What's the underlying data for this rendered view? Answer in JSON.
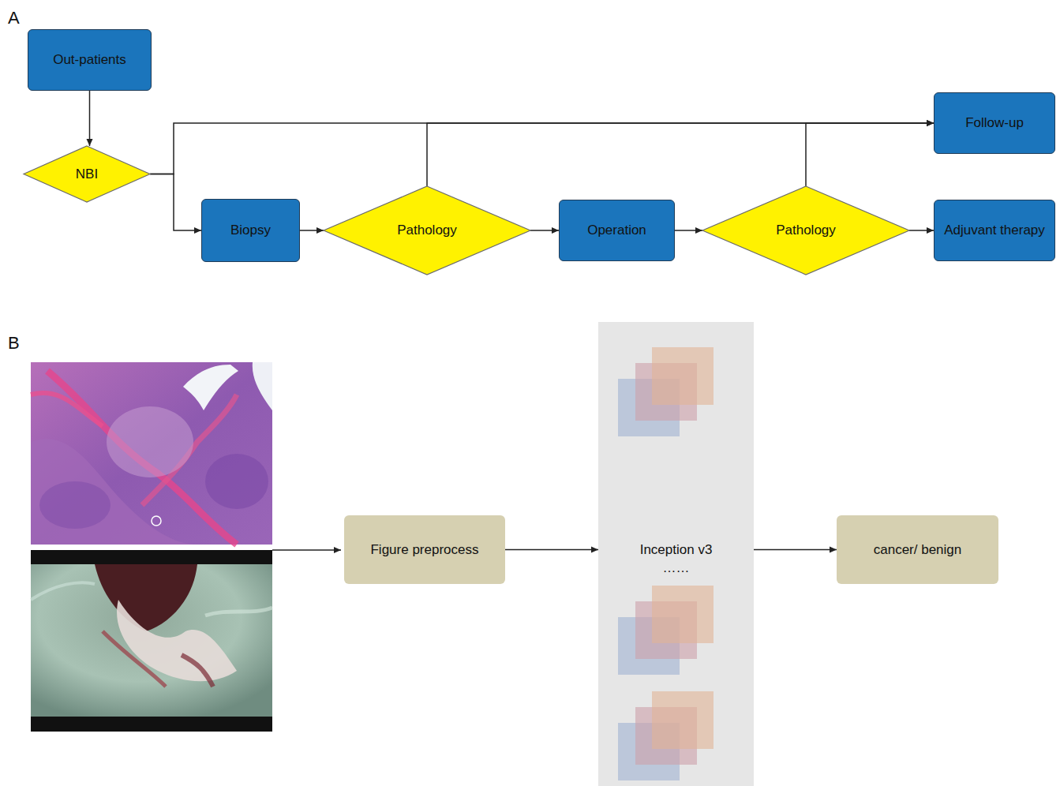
{
  "diagram": {
    "nodes": [
      {
        "text": [
          "Out-patients"
        ]
      },
      {
        "text": [
          "NBI"
        ]
      },
      {
        "text": [
          "Biopsy"
        ]
      },
      {
        "text": [
          "Pathology"
        ]
      },
      {
        "text": [
          "Operation"
        ]
      },
      {
        "text": [
          "Pathology"
        ]
      },
      {
        "text": [
          "Follow-up"
        ]
      },
      {
        "text": [
          "Adjuvant therapy"
        ]
      },
      {
        "text": [
          "Figure preprocess"
        ]
      },
      {
        "text": [
          "Inception v3",
          "……"
        ]
      },
      {
        "text": [
          "cancer/ benign"
        ]
      }
    ],
    "edges": [
      {
        "from": 0,
        "to": 1,
        "arrow": "to"
      },
      {
        "from": 1,
        "to": 6,
        "arrow": "to"
      },
      {
        "from": 1,
        "to": 2,
        "arrow": "to"
      },
      {
        "from": 2,
        "to": 3,
        "arrow": "to"
      },
      {
        "from": 3,
        "to": 6,
        "arrow": "to"
      },
      {
        "from": 3,
        "to": 4,
        "arrow": "to"
      },
      {
        "from": 4,
        "to": 5,
        "arrow": "to"
      },
      {
        "from": 5,
        "to": 6,
        "arrow": "to"
      },
      {
        "from": 5,
        "to": 7,
        "arrow": "to"
      },
      {
        "from": 8,
        "to": 9,
        "arrow": "to"
      },
      {
        "from": 9,
        "to": 10,
        "arrow": "to"
      }
    ],
    "labels": [
      "A",
      "B"
    ]
  }
}
